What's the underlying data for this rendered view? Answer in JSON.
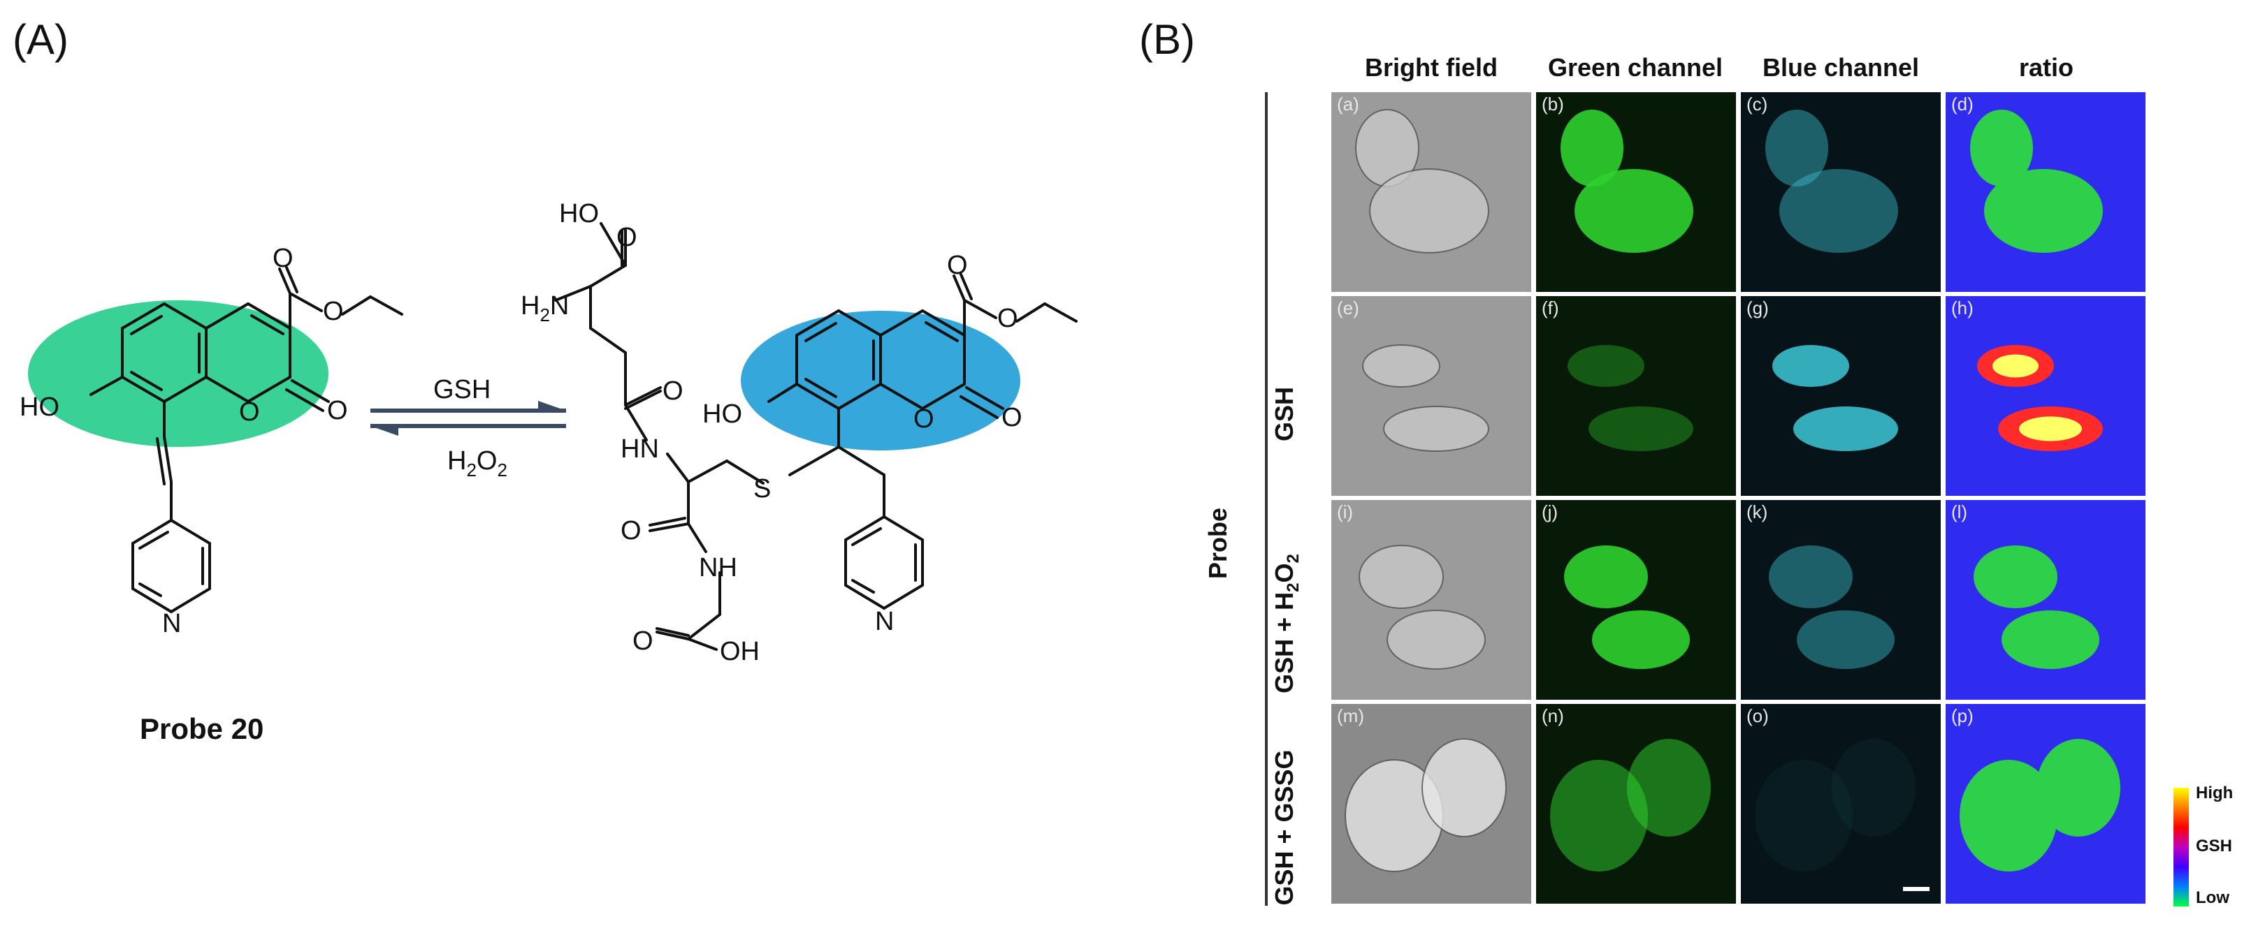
{
  "panelA": {
    "label": "(A)",
    "probe_name": "Probe 20",
    "forward_reagent": "GSH",
    "reverse_reagent": "H",
    "reverse_sub": "2",
    "reverse_tail": "O",
    "reverse_sub2": "2",
    "atoms": {
      "ho": "HO",
      "o": "O",
      "n": "N",
      "h2n": "H",
      "h2n_sub": "2",
      "h2n_tail": "N",
      "hn": "HN",
      "s": "S",
      "nh": "NH",
      "oh": "OH"
    }
  },
  "panelB": {
    "label": "(B)",
    "columns": [
      "Bright field",
      "Green channel",
      "Blue channel",
      "ratio"
    ],
    "probe_label": "Probe",
    "rows": [
      {
        "label": "",
        "tags": [
          "(a)",
          "(b)",
          "(c)",
          "(d)"
        ]
      },
      {
        "label": "GSH",
        "tags": [
          "(e)",
          "(f)",
          "(g)",
          "(h)"
        ]
      },
      {
        "label_main": "GSH + H",
        "label_sub": "2",
        "label_mid": "O",
        "label_sub2": "2",
        "tags": [
          "(i)",
          "(j)",
          "(k)",
          "(l)"
        ]
      },
      {
        "label": "GSH + GSSG",
        "tags": [
          "(m)",
          "(n)",
          "(o)",
          "(p)"
        ]
      }
    ],
    "colorbar": {
      "high": "High",
      "mid": "GSH",
      "low": "Low",
      "colors": [
        "#ffff00",
        "#ff8000",
        "#ff0000",
        "#c000c0",
        "#4000ff",
        "#0080ff",
        "#00ff40"
      ]
    },
    "colors": {
      "green_highlight": "#2ecf8f",
      "blue_highlight": "#2aa2d8",
      "arrow": "#3a4a64"
    }
  }
}
